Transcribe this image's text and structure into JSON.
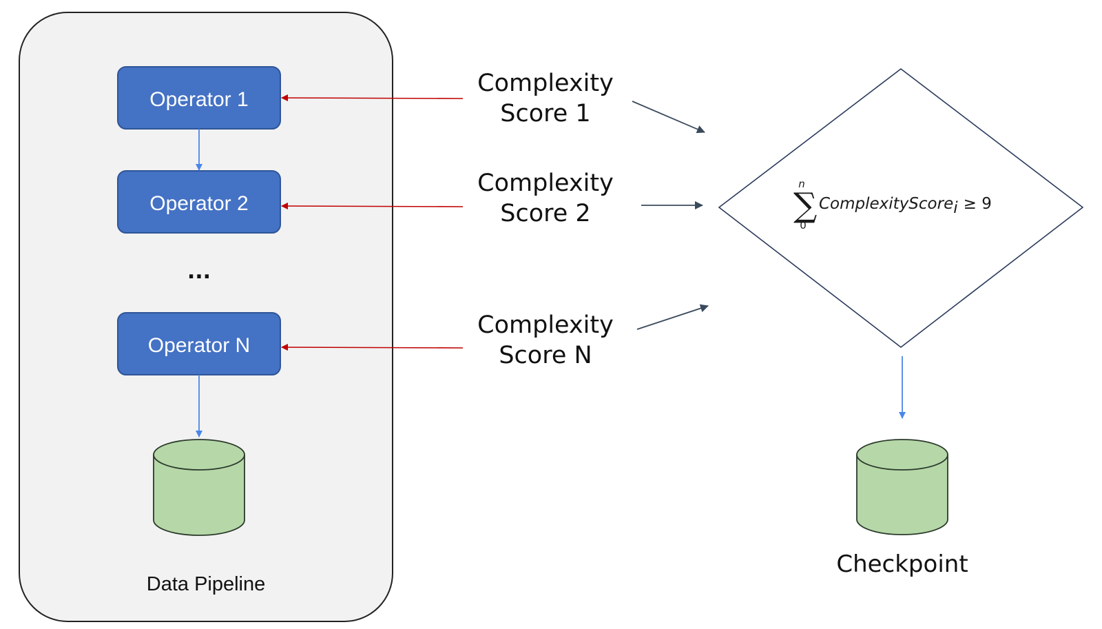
{
  "pipeline": {
    "label": "Data Pipeline",
    "operators": [
      {
        "label": "Operator 1"
      },
      {
        "label": "Operator 2"
      },
      {
        "label": "Operator N"
      }
    ],
    "ellipsis": "..."
  },
  "scores": [
    {
      "line1": "Complexity",
      "line2": "Score 1"
    },
    {
      "line1": "Complexity",
      "line2": "Score 2"
    },
    {
      "line1": "Complexity",
      "line2": "Score N"
    }
  ],
  "decision": {
    "sum_upper": "n",
    "sum_lower": "0",
    "term": "ComplexityScore",
    "subscript": "i",
    "relation": "≥ 9"
  },
  "checkpoint": {
    "label": "Checkpoint"
  },
  "colors": {
    "operator_fill": "#4472c4",
    "operator_stroke": "#2f5597",
    "db_fill": "#b6d7a8",
    "container_fill": "#f2f2f2",
    "red_arrow": "#c00000",
    "blue_arrow": "#4a86e8",
    "dark_arrow": "#3a4a5c"
  }
}
